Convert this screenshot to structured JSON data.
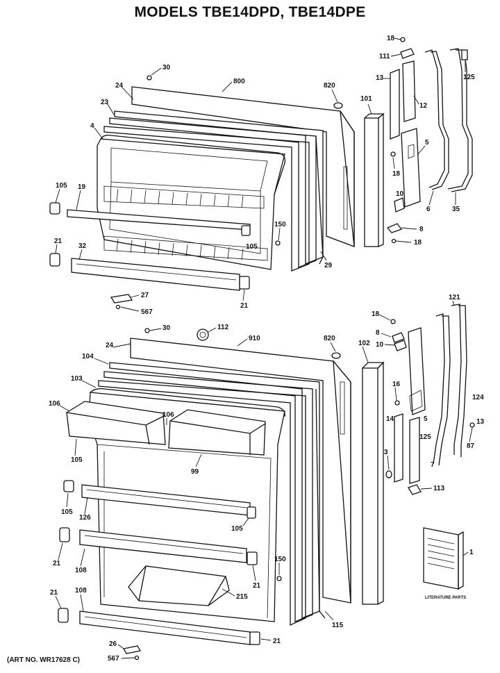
{
  "title": "MODELS TBE14DPD, TBE14DPE",
  "art_number": "(ART NO. WR17628 C)",
  "booklet": {
    "heading": "LITERATURE PARTS"
  },
  "labels": {
    "freezer_door": {
      "l30": "30",
      "l800": "800",
      "l820": "820",
      "l24": "24",
      "l23": "23",
      "l4": "4",
      "l105a": "105",
      "l19": "19",
      "l21a": "21",
      "l32": "32",
      "l150": "150",
      "l105b": "105",
      "l29": "29",
      "l27": "27",
      "l567": "567",
      "l21b": "21"
    },
    "freezer_hinge": {
      "l18a": "18",
      "l111": "111",
      "l13": "13",
      "l12": "12",
      "l101": "101",
      "l125": "125",
      "l5": "5",
      "l18b": "18",
      "l10": "10",
      "l6": "6",
      "l35": "35",
      "l8": "8",
      "l18c": "18"
    },
    "fresh_food_door": {
      "l30": "30",
      "l112": "112",
      "l910": "910",
      "l820": "820",
      "l24": "24",
      "l104": "104",
      "l103": "103",
      "l106a": "106",
      "l106b": "106",
      "l105a": "105",
      "l99": "99",
      "l105b": "105",
      "l126": "126",
      "l105c": "105",
      "l21a": "21",
      "l108a": "108",
      "l150": "150",
      "l21b": "21",
      "l215": "215",
      "l21c": "21",
      "l108b": "108",
      "l115": "115",
      "l21d": "21",
      "l26": "26",
      "l567": "567"
    },
    "fresh_food_hinge": {
      "l18a": "18",
      "l8": "8",
      "l10": "10",
      "l121": "121",
      "l102": "102",
      "l16": "16",
      "l124": "124",
      "l13": "13",
      "l5": "5",
      "l14": "14",
      "l125": "125",
      "l3": "3",
      "l87": "87",
      "l7": "7",
      "l113": "113",
      "l1": "1"
    }
  }
}
